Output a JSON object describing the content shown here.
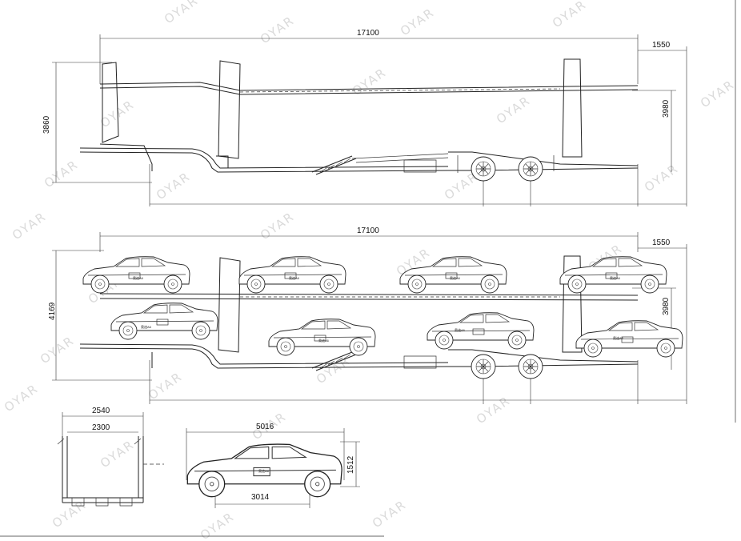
{
  "dimensions": {
    "side_total_length": "17100",
    "side_front_overhang": "1550",
    "side_total_height": "3860",
    "side_upper_deck_height": "3980",
    "loaded_total_length": "17100",
    "loaded_front_overhang": "1550",
    "loaded_total_height": "4169",
    "loaded_upper_deck_height": "3980",
    "rear_outer_width": "2540",
    "rear_inner_width": "2300",
    "car_length": "5016",
    "car_wheelbase": "3014",
    "car_height": "1512"
  },
  "car_badge": "奥迪A6",
  "watermark": "OYAR",
  "colors": {
    "line": "#222222",
    "watermark": "#bdbdbd",
    "background": "#ffffff"
  }
}
